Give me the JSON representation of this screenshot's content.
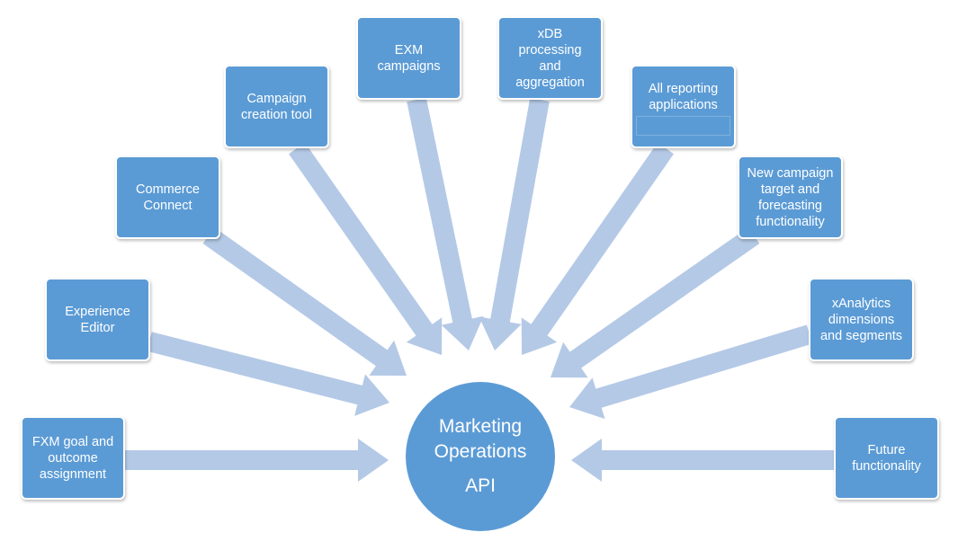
{
  "colors": {
    "box_fill": "#5b9bd5",
    "arrow_fill": "#b4c9e6",
    "hub_fill": "#5b9bd5",
    "text": "#ffffff"
  },
  "hub": {
    "title": "Marketing\nOperations",
    "subtitle": "API"
  },
  "boxes": [
    {
      "id": "fxm-goal",
      "label": "FXM goal and\noutcome\nassignment"
    },
    {
      "id": "experience-editor",
      "label": "Experience\nEditor"
    },
    {
      "id": "commerce-connect",
      "label": "Commerce\nConnect"
    },
    {
      "id": "campaign-creation",
      "label": "Campaign\ncreation tool"
    },
    {
      "id": "exm-campaigns",
      "label": "EXM\ncampaigns"
    },
    {
      "id": "xdb-processing",
      "label": "xDB processing\nand\naggregation"
    },
    {
      "id": "all-reporting",
      "label": "All reporting\napplications"
    },
    {
      "id": "new-campaign-target",
      "label": "New campaign\ntarget and\nforecasting\nfunctionality"
    },
    {
      "id": "xanalytics",
      "label": "xAnalytics\ndimensions\nand segments"
    },
    {
      "id": "future",
      "label": "Future\nfunctionality"
    }
  ]
}
